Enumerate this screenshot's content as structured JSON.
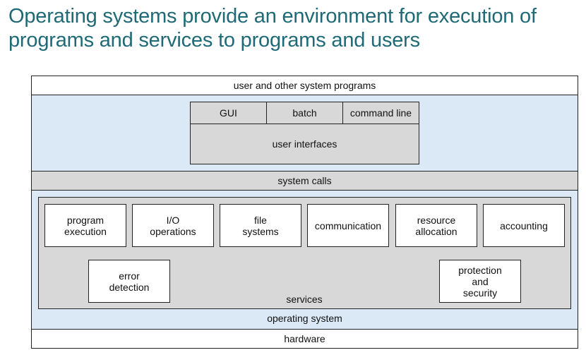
{
  "title": "Operating systems provide an environment for execution of programs and services to programs and users",
  "diagram": {
    "user_programs": "user and other system programs",
    "ui_options": [
      "GUI",
      "batch",
      "command line"
    ],
    "user_interfaces": "user interfaces",
    "system_calls": "system calls",
    "services_row1": [
      "program\nexecution",
      "I/O\noperations",
      "file\nsystems",
      "communication",
      "resource\nallocation",
      "accounting"
    ],
    "error_detection": "error\ndetection",
    "protection_security": "protection\nand\nsecurity",
    "services": "services",
    "operating_system": "operating system",
    "hardware": "hardware",
    "colors": {
      "title": "#1f6a76",
      "os_layer": "#dbe9f6",
      "gray_layer": "#d8d8d8"
    }
  }
}
